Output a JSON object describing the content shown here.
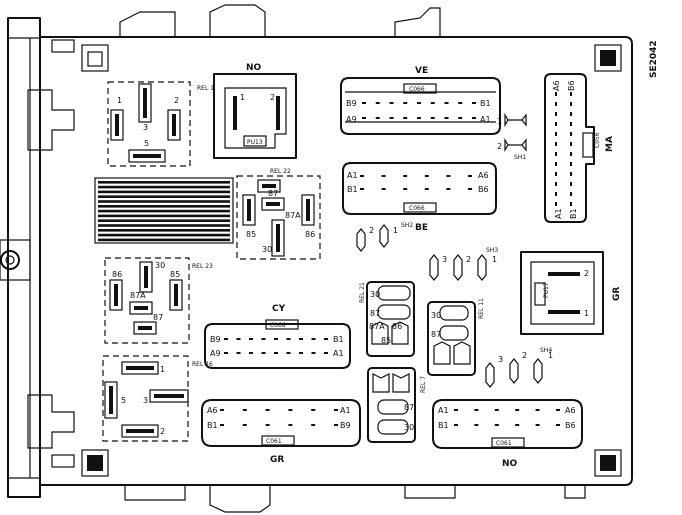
{
  "diagram_id": "SE2042",
  "connectors": {
    "ve": {
      "name": "VE",
      "code": "C066",
      "row1": [
        "B9",
        "B1"
      ],
      "row2": [
        "A9",
        "A1"
      ]
    },
    "be": {
      "name": "BE",
      "code": "C066",
      "row1": [
        "A1",
        "A6"
      ],
      "row2": [
        "B1",
        "B6"
      ]
    },
    "ma": {
      "name": "MA",
      "code": "C056",
      "top": [
        "A6",
        "B6"
      ],
      "bottom": [
        "A1",
        "B1"
      ]
    },
    "cy": {
      "name": "CY",
      "code": "C068",
      "row1": [
        "B9",
        "B1"
      ],
      "row2": [
        "A9",
        "A1"
      ]
    },
    "gr": {
      "name": "GR",
      "code": "C061",
      "row1": [
        "A6",
        "A1"
      ],
      "row2": [
        "B1",
        "B9"
      ]
    },
    "no": {
      "name": "NO",
      "code": "C061",
      "row1": [
        "A1",
        "A6"
      ],
      "row2": [
        "B1",
        "B6"
      ]
    }
  },
  "relay_sockets": {
    "no_top": {
      "name": "NO",
      "pins": [
        "1",
        "2"
      ],
      "label": "PU13"
    },
    "gr_right": {
      "name": "GR",
      "pins": [
        "2",
        "1"
      ],
      "label": "PU17"
    }
  },
  "relays": {
    "rel1": {
      "label": "REL 1",
      "pins": [
        "1",
        "2",
        "3",
        "5"
      ]
    },
    "rel2": {
      "label": "REL 22",
      "pins": [
        "87",
        "85",
        "87A",
        "30",
        "86"
      ]
    },
    "rel3": {
      "label": "REL 23",
      "pins": [
        "30",
        "86",
        "87A",
        "85",
        "87"
      ]
    },
    "rel4": {
      "label": "REL 16",
      "pins": [
        "1",
        "5",
        "3",
        "2"
      ]
    },
    "rel5": {
      "label": "REL 21",
      "pins": [
        "30",
        "87",
        "87A",
        "86",
        "85"
      ]
    },
    "rel6": {
      "label": "REL 7",
      "pins": [
        "87",
        "30"
      ]
    },
    "rel7": {
      "label": "REL 11",
      "pins": [
        "30",
        "87"
      ]
    }
  },
  "shunts": {
    "sh1": {
      "label": "SH1",
      "pins": [
        "1",
        "2"
      ]
    },
    "sh2": {
      "label": "SH2",
      "pins": [
        "1",
        "2"
      ]
    },
    "sh3": {
      "label": "SH3",
      "pins": [
        "1",
        "2",
        "3"
      ]
    },
    "sh4": {
      "label": "SH4",
      "pins": [
        "1",
        "2",
        "3"
      ]
    }
  }
}
